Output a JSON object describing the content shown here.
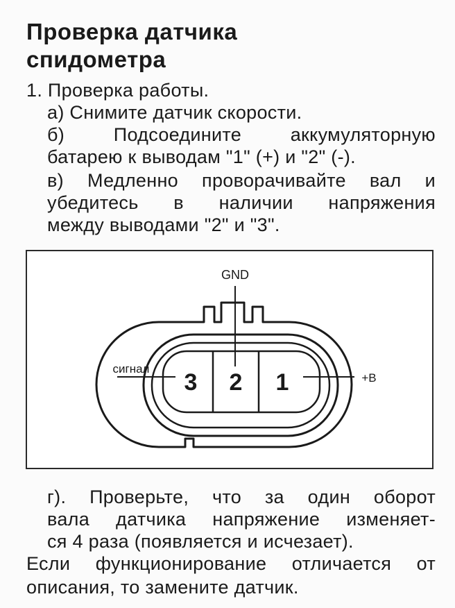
{
  "title": {
    "line1": "Проверка датчика",
    "line2": "спидометра"
  },
  "intro": {
    "item1": "1. Проверка работы.",
    "step_a": "а) Снимите датчик скорости.",
    "step_b_line1": "б) Подсоедините аккумуляторную",
    "step_b_line2": "батарею к выводам \"1\" (+) и \"2\" (-).",
    "step_c_line1": "в) Медленно проворачивайте вал и",
    "step_c_line2": "убедитесь в наличии напряжения",
    "step_c_line3": "между выводами \"2\" и \"3\"."
  },
  "diagram": {
    "label_gnd": "GND",
    "label_signal": "сигнал",
    "label_plus_b": "+B",
    "pin_3": "3",
    "pin_2": "2",
    "pin_1": "1"
  },
  "outro": {
    "step_d_line1": "г). Проверьте, что за один оборот",
    "step_d_line2": "вала датчика напряжение изменяет-",
    "step_d_line3": "ся 4 раза (появляется и исчезает).",
    "final_line1": "Если функционирование отличается от",
    "final_line2": "описания, то замените датчик."
  }
}
